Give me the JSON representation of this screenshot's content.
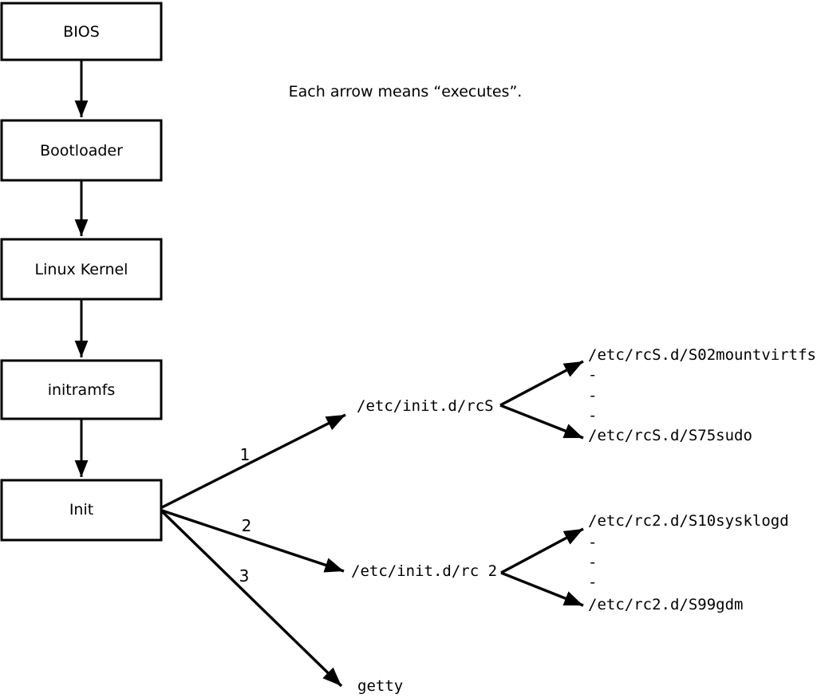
{
  "colors": {
    "ink": "#000000",
    "background": "#ffffff"
  },
  "note": "Each arrow means “executes”.",
  "flow_boxes": [
    {
      "label": "BIOS"
    },
    {
      "label": "Bootloader"
    },
    {
      "label": "Linux Kernel"
    },
    {
      "label": "initramfs"
    },
    {
      "label": "Init"
    }
  ],
  "init_branches": [
    {
      "order": "1",
      "target": "/etc/init.d/rcS"
    },
    {
      "order": "2",
      "target": "/etc/init.d/rc 2"
    },
    {
      "order": "3",
      "target": "getty"
    }
  ],
  "rcS_scripts": {
    "first": "/etc/rcS.d/S02mountvirtfs",
    "ellipsis": [
      "-",
      "-",
      "-"
    ],
    "last": "/etc/rcS.d/S75sudo"
  },
  "rc2_scripts": {
    "first": "/etc/rc2.d/S10sysklogd",
    "ellipsis": [
      "-",
      "-",
      "-"
    ],
    "last": "/etc/rc2.d/S99gdm"
  }
}
